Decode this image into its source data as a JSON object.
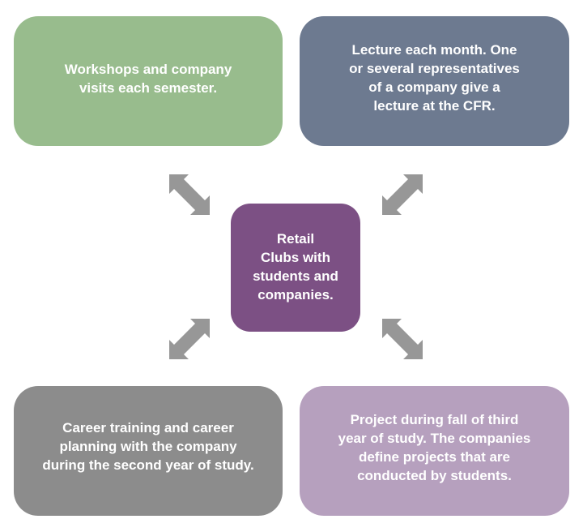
{
  "diagram": {
    "center": {
      "text": "Retail\nClubs with\nstudents and\ncompanies."
    },
    "top_left": {
      "text": "Workshops and company\nvisits each semester."
    },
    "top_right": {
      "text": "Lecture each month. One\nor several representatives\nof a company give a\nlecture at the CFR."
    },
    "bottom_left": {
      "text": "Career training and career\nplanning with the company\nduring the second year of study."
    },
    "bottom_right": {
      "text": "Project during fall of third\nyear of study. The companies\ndefine projects that are\nconducted by students."
    },
    "colors": {
      "top_left": "#98bc8d",
      "top_right": "#6d7a90",
      "center": "#7c5084",
      "bottom_left": "#8c8c8c",
      "bottom_right": "#b6a0be",
      "arrow": "#979797",
      "text": "#ffffff"
    },
    "icons": [
      "double-arrow-icon"
    ]
  }
}
